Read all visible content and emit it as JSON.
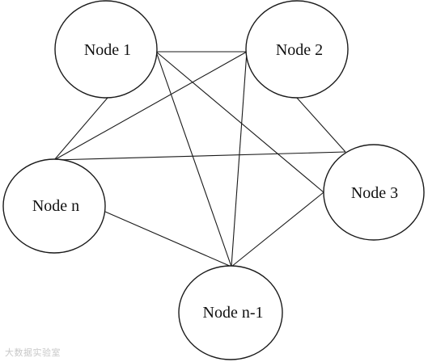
{
  "nodes": [
    {
      "id": "n1",
      "label": "Node 1"
    },
    {
      "id": "n2",
      "label": "Node 2"
    },
    {
      "id": "n3",
      "label": "Node 3"
    },
    {
      "id": "nn",
      "label": "Node n"
    },
    {
      "id": "nn1",
      "label": "Node n-1"
    }
  ],
  "edges": [
    [
      "n1",
      "n2"
    ],
    [
      "n1",
      "n3"
    ],
    [
      "n1",
      "nn"
    ],
    [
      "n1",
      "nn1"
    ],
    [
      "n2",
      "n3"
    ],
    [
      "n2",
      "nn"
    ],
    [
      "n2",
      "nn1"
    ],
    [
      "n3",
      "nn"
    ],
    [
      "n3",
      "nn1"
    ],
    [
      "nn",
      "nn1"
    ]
  ],
  "watermark": "大数据实验室"
}
